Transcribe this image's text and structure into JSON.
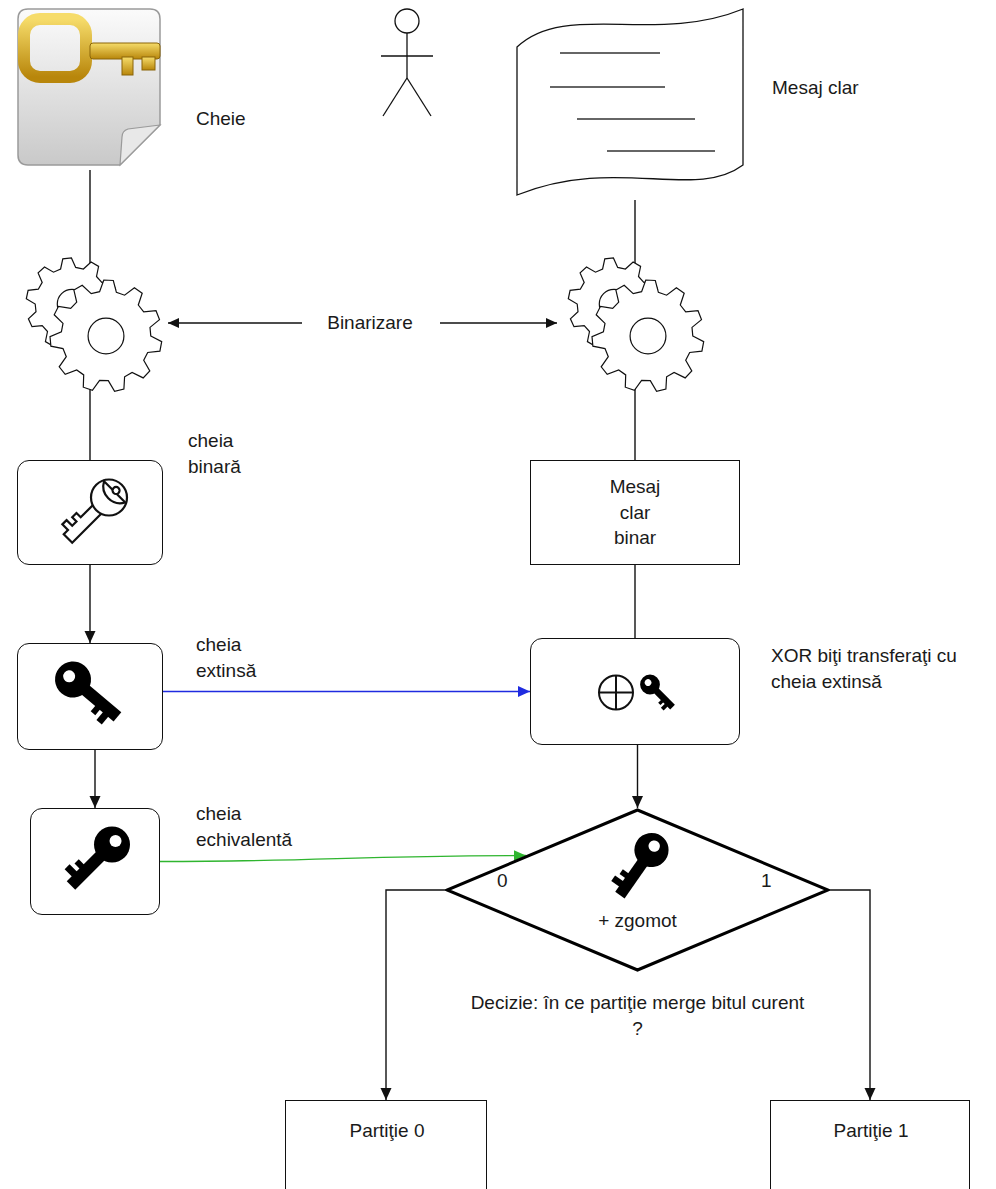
{
  "diagram": {
    "nodes": [
      {
        "text": [
          "Cheie"
        ]
      },
      {
        "text": [
          "Mesaj clar"
        ]
      },
      {
        "text": [
          "cheia binară"
        ]
      },
      {
        "text": [
          "Mesaj clar binar"
        ]
      },
      {
        "text": [
          "cheia extinsă"
        ]
      },
      {
        "text": [
          "XOR biţi transferaţi cu cheia extinsă"
        ]
      },
      {
        "text": [
          "cheia echivalentă"
        ]
      },
      {
        "text": [
          "0",
          "1",
          "+ zgomot",
          "Decizie: în ce partiţie merge bitul curent ?"
        ]
      },
      {
        "text": [
          "Partiţie 0"
        ]
      },
      {
        "text": [
          "Partiţie 1"
        ]
      }
    ],
    "edges": [
      {
        "from": 0,
        "to": 2,
        "arrow": "none"
      },
      {
        "from": 1,
        "to": 3,
        "arrow": "none"
      },
      {
        "from": 2,
        "to": 4,
        "arrow": "to"
      },
      {
        "from": 4,
        "to": 6,
        "arrow": "to"
      },
      {
        "from": 4,
        "to": 5,
        "arrow": "to"
      },
      {
        "from": 3,
        "to": 5,
        "arrow": "none"
      },
      {
        "from": 5,
        "to": 7,
        "arrow": "to"
      },
      {
        "from": 6,
        "to": 7,
        "arrow": "to"
      },
      {
        "from": 7,
        "to": 8,
        "arrow": "to"
      },
      {
        "from": 7,
        "to": 9,
        "arrow": "to"
      }
    ],
    "labels": [
      "Binarizare"
    ]
  }
}
